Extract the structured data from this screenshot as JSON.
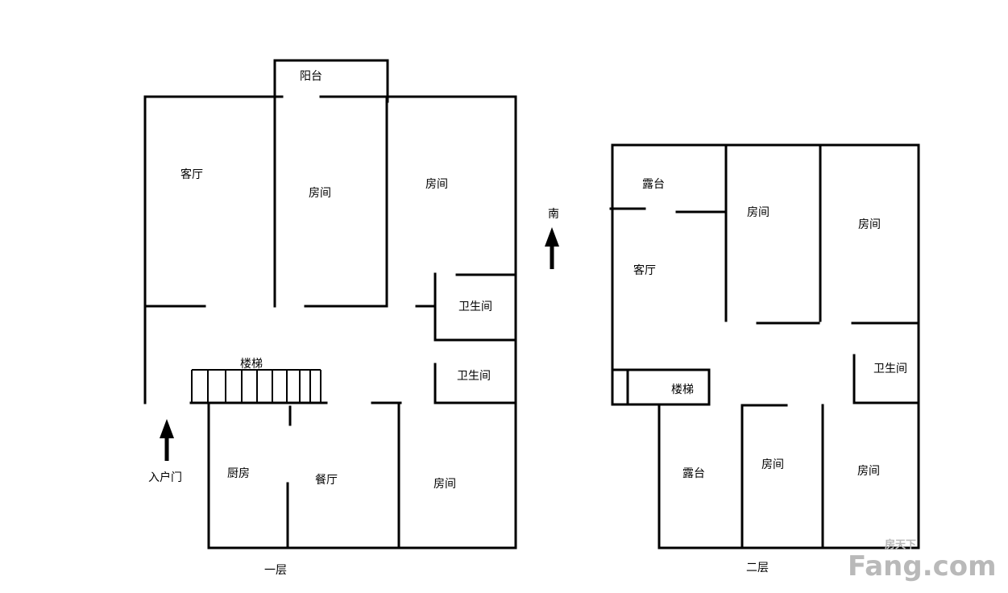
{
  "floor1": {
    "caption": "一层",
    "rooms": {
      "balcony": "阳台",
      "living": "客厅",
      "room_a": "房间",
      "room_b": "房间",
      "bath_a": "卫生间",
      "bath_b": "卫生间",
      "stairs": "楼梯",
      "kitchen": "厨房",
      "dining": "餐厅",
      "room_c": "房间"
    },
    "entrance": "入户门"
  },
  "floor2": {
    "caption": "二层",
    "rooms": {
      "terrace_a": "露台",
      "living": "客厅",
      "room_a": "房间",
      "room_b": "房间",
      "bath": "卫生间",
      "stairs": "楼梯",
      "terrace_b": "露台",
      "room_c": "房间",
      "room_d": "房间"
    }
  },
  "compass": {
    "label": "南"
  },
  "watermark": {
    "brand": "Fang.com",
    "cn": "房天下"
  },
  "colors": {
    "wall": "#000000",
    "watermark": "#b9b9b9"
  }
}
